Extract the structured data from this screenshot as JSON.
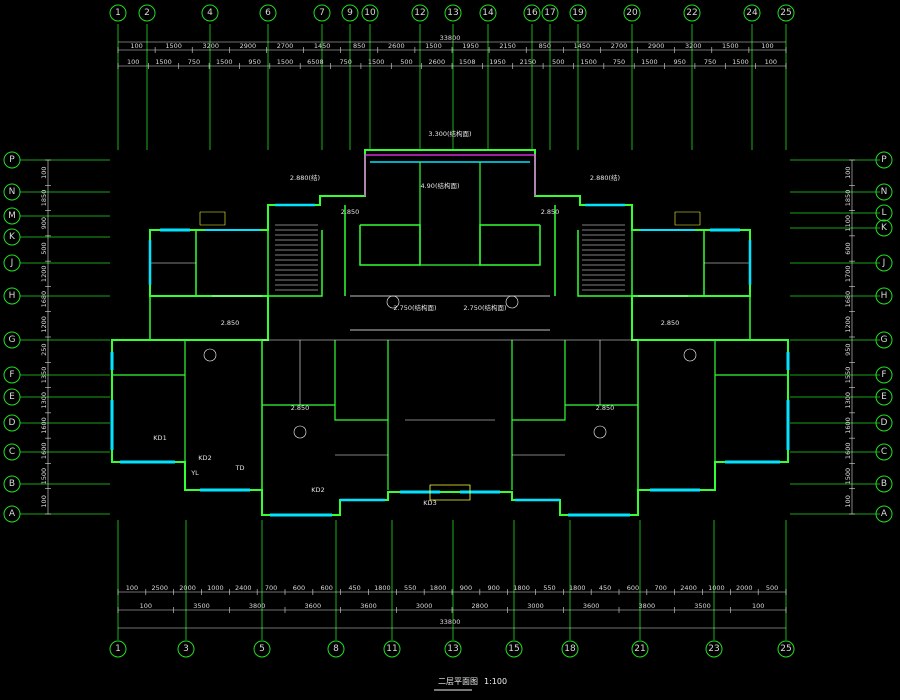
{
  "drawing": {
    "title": "二层平面图",
    "scale": "1:100",
    "overall_top": "33800",
    "overall_bottom": "33800"
  },
  "axes_top": [
    "1",
    "2",
    "4",
    "6",
    "7",
    "9",
    "10",
    "12",
    "13",
    "14",
    "16",
    "17",
    "19",
    "20",
    "22",
    "24",
    "25"
  ],
  "axes_bottom": [
    "1",
    "3",
    "5",
    "8",
    "11",
    "13",
    "15",
    "18",
    "21",
    "23",
    "25"
  ],
  "axes_left": [
    "P",
    "N",
    "M",
    "K",
    "J",
    "H",
    "G",
    "F",
    "E",
    "D",
    "C",
    "B",
    "A"
  ],
  "axes_right": [
    "P",
    "N",
    "L",
    "K",
    "J",
    "H",
    "G",
    "F",
    "E",
    "D",
    "C",
    "B",
    "A"
  ],
  "dims_top_row1": [
    "100",
    "1500",
    "3200",
    "2900",
    "2700",
    "1450",
    "850",
    "2600",
    "1500",
    "1950",
    "2150",
    "850",
    "1450",
    "2700",
    "2900",
    "3200",
    "1500",
    "100"
  ],
  "dims_top_row2": [
    "100",
    "1500",
    "750",
    "1500",
    "950",
    "1500",
    "6508",
    "750",
    "1500",
    "500",
    "2600",
    "1508",
    "1950",
    "2150",
    "500",
    "1500",
    "750",
    "1500",
    "950",
    "750",
    "1500",
    "100"
  ],
  "dims_bottom_row1": [
    "100",
    "2500",
    "2000",
    "1000",
    "2400",
    "700",
    "600",
    "600",
    "450",
    "1800",
    "550",
    "1800",
    "900",
    "900",
    "1800",
    "550",
    "1800",
    "450",
    "600",
    "700",
    "2400",
    "1000",
    "2000",
    "500"
  ],
  "dims_bottom_row2": [
    "100",
    "3500",
    "3800",
    "3600",
    "3600",
    "3000",
    "2800",
    "3000",
    "3600",
    "3800",
    "3500",
    "100"
  ],
  "dims_left": [
    "100",
    "1850",
    "900",
    "500",
    "1200",
    "1680",
    "1200",
    "250",
    "1350",
    "1300",
    "1600",
    "1600",
    "1500",
    "100"
  ],
  "dims_right": [
    "100",
    "1850",
    "1100",
    "600",
    "1700",
    "1680",
    "1200",
    "950",
    "1550",
    "1300",
    "1600",
    "1600",
    "1500",
    "100"
  ],
  "room_labels": [
    {
      "t": "2.850",
      "c": "w"
    },
    {
      "t": "2.850",
      "c": "w"
    },
    {
      "t": "2.850",
      "c": "w"
    },
    {
      "t": "2.850",
      "c": "w"
    },
    {
      "t": "2.850",
      "c": "w"
    },
    {
      "t": "2.850",
      "c": "w"
    },
    {
      "t": "2.880(结)",
      "c": "w"
    },
    {
      "t": "2.880(结)",
      "c": "w"
    },
    {
      "t": "2.750(结构面)",
      "c": "w"
    },
    {
      "t": "2.750(结构面)",
      "c": "w"
    },
    {
      "t": "4.90(结构面)",
      "c": "w"
    },
    {
      "t": "3.300(结构面)",
      "c": "w"
    },
    {
      "t": "KD1",
      "c": "w"
    },
    {
      "t": "KD2",
      "c": "w"
    },
    {
      "t": "TD",
      "c": "w"
    },
    {
      "t": "YL",
      "c": "w"
    },
    {
      "t": "KD3",
      "c": "w"
    },
    {
      "t": "KD2",
      "c": "w"
    }
  ],
  "colors": {
    "axis_line": "#22dd22",
    "wall": "#33ff33",
    "dimension": "#dddddd",
    "window": "#00e5ff",
    "partition": "#ffffff",
    "stairs_edge": "#ff33ff",
    "hatch": "#ffff33",
    "background": "#000000"
  }
}
